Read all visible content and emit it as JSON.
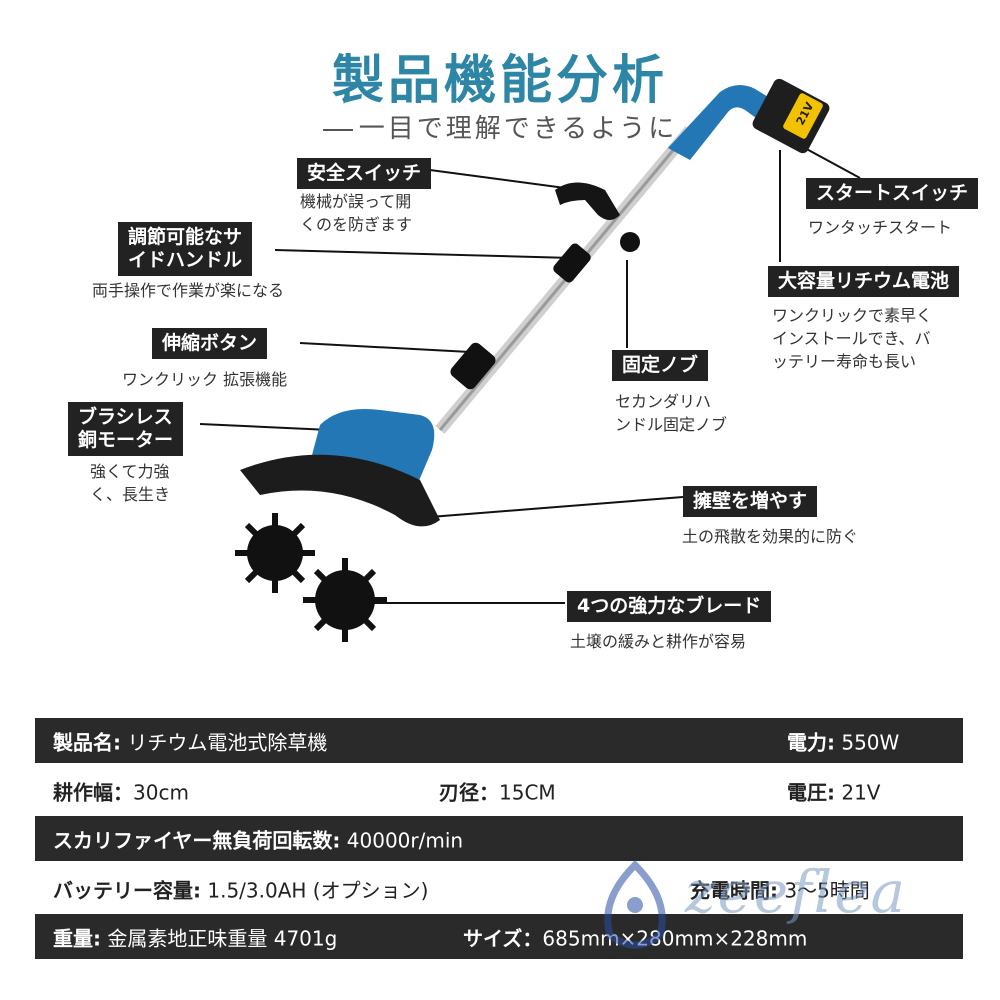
{
  "header": {
    "title": "製品機能分析",
    "subtitle": "一目で理解できるように"
  },
  "features": {
    "safety_switch": {
      "label": "安全スイッチ",
      "desc": "機械が誤って開\nくのを防ぎます"
    },
    "side_handle": {
      "label": "調節可能なサ\nイドハンドル",
      "desc": "両手操作で作業が楽になる"
    },
    "extend_button": {
      "label": "伸縮ボタン",
      "desc": "ワンクリック 拡張機能"
    },
    "motor": {
      "label": "ブラシレス\n銅モーター",
      "desc": "強くて力強\nく、長生き"
    },
    "fix_knob": {
      "label": "固定ノブ",
      "desc": "セカンダリハ\nンドル固定ノブ"
    },
    "start_switch": {
      "label": "スタートスイッチ",
      "desc": "ワンタッチスタート"
    },
    "battery": {
      "label": "大容量リチウム電池",
      "desc": "ワンクリックで素早く\nインストールでき、バ\nッテリー寿命も長い"
    },
    "guard": {
      "label": "擁壁を増やす",
      "desc": "土の飛散を効果的に防ぐ"
    },
    "blades": {
      "label": "4つの強力なブレード",
      "desc": "土壌の緩みと耕作が容易"
    }
  },
  "battery_badge": "21V",
  "specs": {
    "row1": {
      "name_key": "製品名:",
      "name_val": "リチウム電池式除草機",
      "power_key": "電力:",
      "power_val": "550W"
    },
    "row2": {
      "width_key": "耕作幅：",
      "width_val": "30cm",
      "blade_key": "刃径：",
      "blade_val": "15CM",
      "voltage_key": "電圧:",
      "voltage_val": "21V"
    },
    "row3": {
      "speed_key": "スカリファイヤー無負荷回転数:",
      "speed_val": "40000r/min"
    },
    "row4": {
      "battery_key": "バッテリー容量:",
      "battery_val": "1.5/3.0AH (オプション)",
      "charge_key": "充電時間:",
      "charge_val": "3～5時間"
    },
    "row5": {
      "weight_key": "重量:",
      "weight_val": "金属素地正味重量 4701g",
      "size_key": "サイズ：",
      "size_val": "685mm×280mm×228mm"
    }
  },
  "watermark": "zeeflea",
  "colors": {
    "title": "#2e86a6",
    "tool_blue": "#2377b4",
    "battery_yellow": "#f2c200",
    "label_bg": "#222222"
  }
}
